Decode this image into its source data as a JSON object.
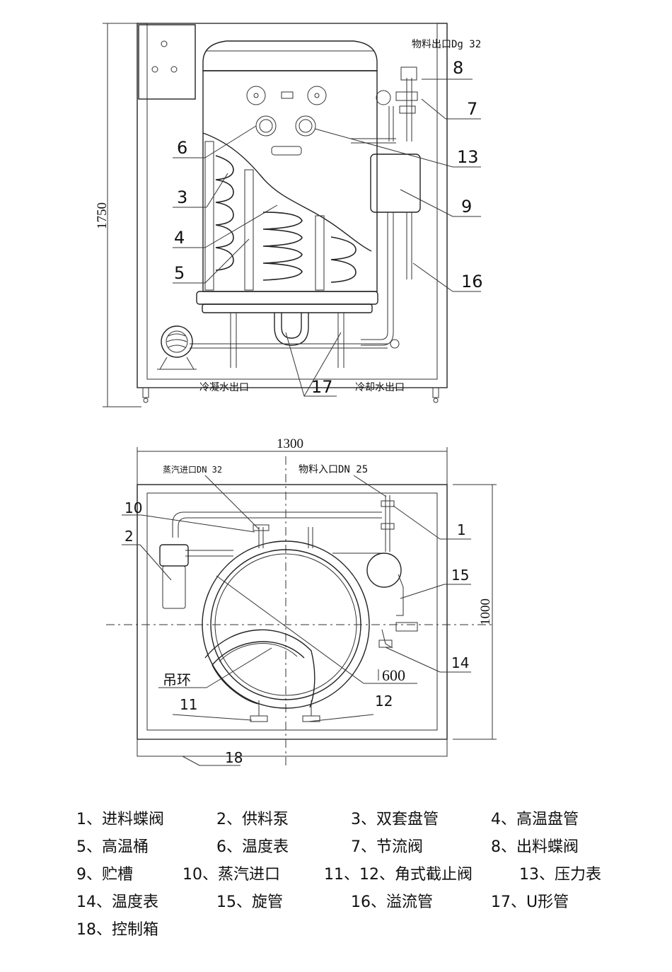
{
  "front_view": {
    "height_dim": "1750",
    "outlet_top_label": "物料出口Dg 32",
    "condensate_label": "冷凝水出口",
    "cooling_label": "冷却水出口",
    "callouts": [
      "6",
      "3",
      "4",
      "5",
      "8",
      "7",
      "13",
      "9",
      "16",
      "17"
    ]
  },
  "top_view": {
    "width_dim": "1300",
    "depth_dim": "1000",
    "steam_label": "蒸汽进口DN 32",
    "inlet_label": "物料入口DN 25",
    "ring_label": "吊环",
    "diameter_label": "600",
    "callouts": [
      "10",
      "2",
      "1",
      "15",
      "14",
      "11",
      "12",
      "18"
    ]
  },
  "legend": [
    [
      "1、进料蝶阀",
      "2、供料泵",
      "3、双套盘管",
      "4、高温盘管"
    ],
    [
      "5、高温桶",
      "6、温度表",
      "7、节流阀",
      "8、出料蝶阀"
    ],
    [
      "9、贮槽",
      "10、蒸汽进口",
      "11、12、角式截止阀",
      "13、压力表"
    ],
    [
      "14、温度表",
      "15、旋管",
      "16、溢流管",
      "17、U形管"
    ],
    [
      "18、控制箱"
    ]
  ]
}
